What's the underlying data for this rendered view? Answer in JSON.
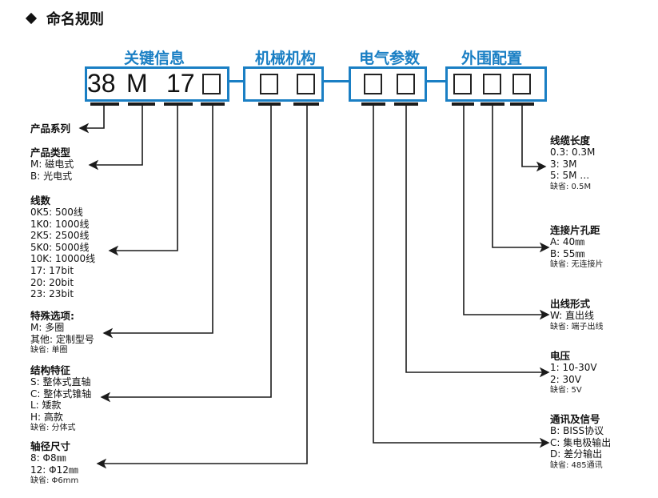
{
  "title": "命名规则",
  "groups": [
    {
      "title": "关键信息"
    },
    {
      "title": "机械机构"
    },
    {
      "title": "电气参数"
    },
    {
      "title": "外围配置"
    }
  ],
  "codes": {
    "c1": "38",
    "c2": "M",
    "c3": "17"
  },
  "left_labels": {
    "series": {
      "head": "产品系列"
    },
    "type": {
      "head": "产品类型",
      "lines": [
        "M: 磁电式",
        "B: 光电式"
      ]
    },
    "lines": {
      "head": "线数",
      "lines": [
        "0K5: 500线",
        "1K0: 1000线",
        "2K5: 2500线",
        "5K0: 5000线",
        "10K: 10000线",
        "17: 17bit",
        "20: 20bit",
        "23: 23bit"
      ]
    },
    "special": {
      "head": "特殊选项:",
      "lines": [
        "M: 多圈",
        "其他: 定制型号"
      ],
      "note": "缺省: 单圈"
    },
    "structure": {
      "head": "结构特征",
      "lines": [
        "S: 整体式直轴",
        "C: 整体式锥轴",
        "L: 矮款",
        "H: 高款"
      ],
      "note": "缺省: 分体式"
    },
    "shaft": {
      "head": "轴径尺寸",
      "lines": [
        "8: Φ8㎜",
        "12: Φ12㎜"
      ],
      "note": "缺省: Φ6mm"
    }
  },
  "right_labels": {
    "cable": {
      "head": "线缆长度",
      "lines": [
        "0.3: 0.3M",
        "3: 3M",
        "5: 5M …"
      ],
      "note": "缺省: 0.5M"
    },
    "hole": {
      "head": "连接片孔距",
      "lines": [
        "A: 40㎜",
        "B: 55㎜"
      ],
      "note": "缺省: 无连接片"
    },
    "outlet": {
      "head": "出线形式",
      "lines": [
        "W: 直出线"
      ],
      "note": "缺省: 端子出线"
    },
    "voltage": {
      "head": "电压",
      "lines": [
        "1: 10-30V",
        "2: 30V"
      ],
      "note": "缺省: 5V"
    },
    "comm": {
      "head": "通讯及信号",
      "lines": [
        "B: BISS协议",
        "C: 集电极输出",
        "D: 差分输出"
      ],
      "note": "缺省: 485通讯"
    }
  },
  "colors": {
    "accent": "#1a7fc4",
    "line": "#1b1b1b"
  }
}
